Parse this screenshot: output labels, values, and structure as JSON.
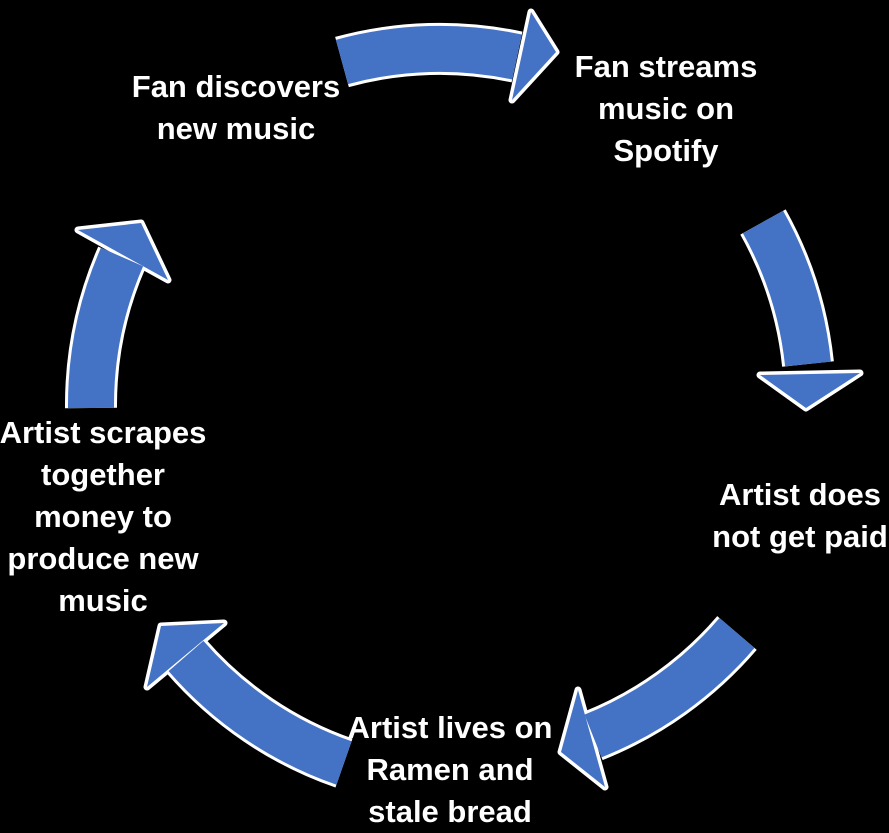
{
  "title": "Spotify streaming cycle diagram",
  "colors": {
    "background": "#000000",
    "arrow_fill": "#4472C4",
    "arrow_outline": "#ffffff",
    "text": "#ffffff"
  },
  "cycle": {
    "nodes": [
      {
        "id": "fan-discovers",
        "lines": [
          "Fan discovers",
          "new music"
        ]
      },
      {
        "id": "fan-streams",
        "lines": [
          "Fan streams",
          "music on",
          "Spotify"
        ]
      },
      {
        "id": "artist-not-paid",
        "lines": [
          "Artist does",
          "not get paid"
        ]
      },
      {
        "id": "artist-ramen",
        "lines": [
          "Artist lives on",
          "Ramen and",
          "stale bread"
        ]
      },
      {
        "id": "artist-scrapes",
        "lines": [
          "Artist scrapes",
          "together",
          "money to",
          "produce new",
          "music"
        ]
      }
    ],
    "arrows": [
      {
        "name": "arrow-discovers-to-streams",
        "from": "fan-discovers",
        "to": "fan-streams"
      },
      {
        "name": "arrow-streams-to-notpaid",
        "from": "fan-streams",
        "to": "artist-not-paid"
      },
      {
        "name": "arrow-notpaid-to-ramen",
        "from": "artist-not-paid",
        "to": "artist-ramen"
      },
      {
        "name": "arrow-ramen-to-scrapes",
        "from": "artist-ramen",
        "to": "artist-scrapes"
      },
      {
        "name": "arrow-scrapes-to-discovers",
        "from": "artist-scrapes",
        "to": "fan-discovers"
      }
    ]
  }
}
